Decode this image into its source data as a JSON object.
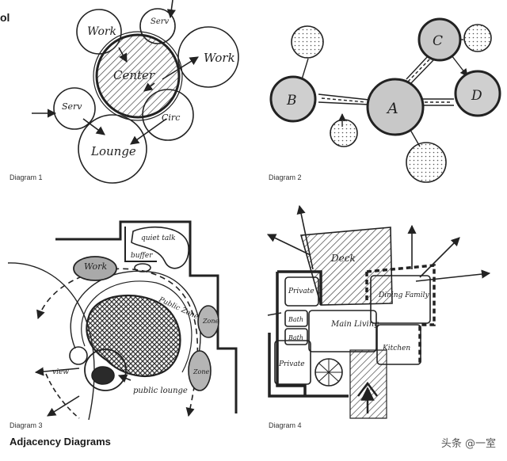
{
  "corner_fragment": "ol",
  "page_title": "Adjacency Diagrams",
  "watermark": "头条 @一室",
  "diagrams": [
    {
      "caption": "Diagram 1",
      "labels": [
        "Work",
        "Serv",
        "Work",
        "Center",
        "Serv",
        "Lounge",
        "Circ"
      ]
    },
    {
      "caption": "Diagram 2",
      "labels": [
        "C",
        "B",
        "A",
        "D"
      ]
    },
    {
      "caption": "Diagram 3",
      "labels": [
        "quiet talk",
        "Work",
        "buffer",
        "Public Zone",
        "Zone",
        "view",
        "public lounge",
        "Zone"
      ]
    },
    {
      "caption": "Diagram 4",
      "labels": [
        "Deck",
        "Private",
        "Dining Family",
        "Bath",
        "Main Living",
        "Bath",
        "Private",
        "Kitchen"
      ]
    }
  ]
}
